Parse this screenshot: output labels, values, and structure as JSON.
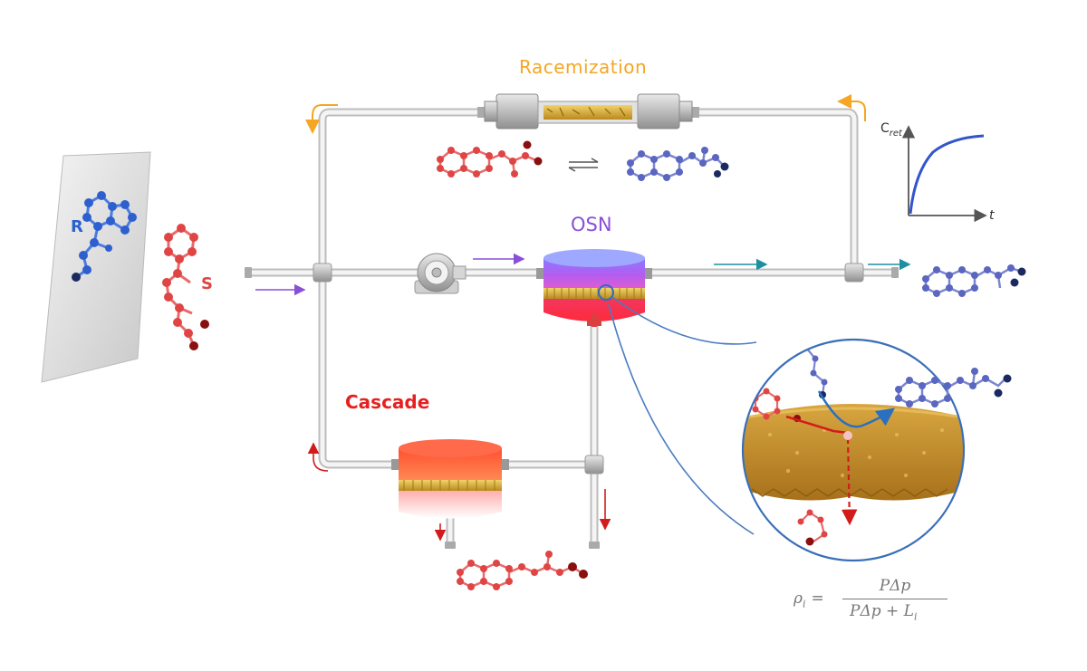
{
  "labels": {
    "racemization": "Racemization",
    "osn": "OSN",
    "cascade": "Cascade",
    "r": "R",
    "s": "S"
  },
  "plot": {
    "ylabel_main": "C",
    "ylabel_sub": "ret",
    "xlabel": "t"
  },
  "equation": {
    "lhs_main": "ρ",
    "lhs_sub": "i",
    "numerator": "PΔp",
    "denominator": "PΔp + L",
    "denominator_sub": "i"
  },
  "colors": {
    "racemization": "#f5a623",
    "osn": "#8a4fd8",
    "cascade": "#e62020",
    "r_enantiomer": "#2d5fcf",
    "s_enantiomer": "#e04545",
    "product_arrow": "#1e8fa0"
  }
}
